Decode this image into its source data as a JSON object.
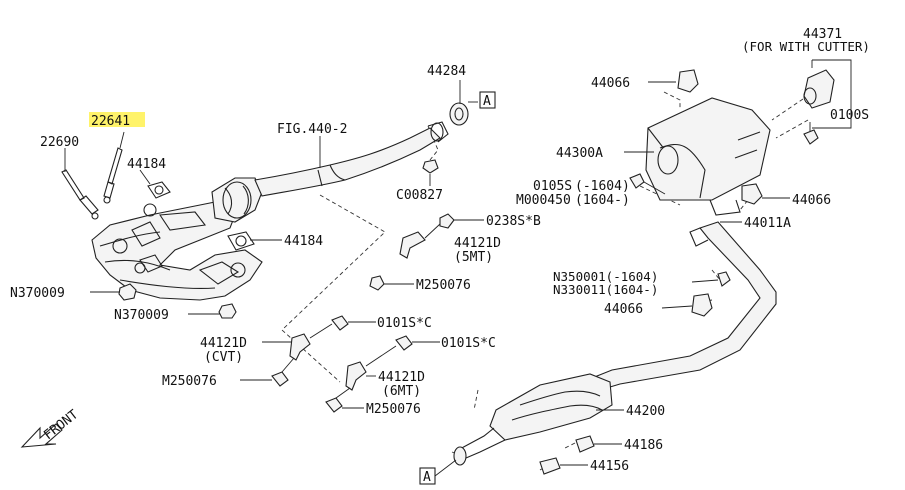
{
  "diagram": {
    "highlight_color": "#fff36a",
    "labels": {
      "p22641": "22641",
      "p22690": "22690",
      "p44184_top": "44184",
      "p44184_mid": "44184",
      "fig": "FIG.440-2",
      "p44284": "44284",
      "ref_a_top": "A",
      "ref_a_bottom": "A",
      "c00827": "C00827",
      "s0105": "0105S",
      "m000450": "M000450",
      "s0105_note": "(-1604)",
      "m000450_note": "(1604-)",
      "s0238": "0238S*B",
      "p44121_5mt": "44121D",
      "p44121_5mt_note": "(5MT)",
      "m250076_a": "M250076",
      "n370009_a": "N370009",
      "n370009_b": "N370009",
      "s0101_a": "0101S*C",
      "s0101_b": "0101S*C",
      "p44121_cvt": "44121D",
      "p44121_cvt_note": "(CVT)",
      "m250076_b": "M250076",
      "p44121_6mt": "44121D",
      "p44121_6mt_note": "(6MT)",
      "m250076_c": "M250076",
      "front": "FRONT",
      "p44371": "44371",
      "p44371_note": "(FOR WITH CUTTER)",
      "p44066_a": "44066",
      "s0100": "0100S",
      "p44300a": "44300A",
      "p44066_b": "44066",
      "p44011a": "44011A",
      "n350001": "N350001(-1604)",
      "n330011": "N330011(1604-)",
      "p44066_c": "44066",
      "p44200": "44200",
      "p44186": "44186",
      "p44156": "44156"
    }
  }
}
